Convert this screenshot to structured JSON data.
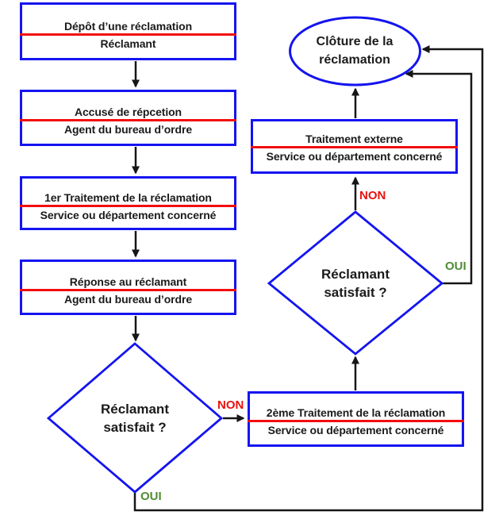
{
  "diagram": {
    "title_semantic": "Processus de traitement d'une réclamation",
    "colors": {
      "node_border": "#1414f0",
      "divider": "#f20d0d",
      "connector": "#161616",
      "text": "#1b1b1b",
      "no_label": "#e8120f",
      "yes_label": "#4e8c35"
    },
    "nodes": {
      "start": {
        "title": "Dépôt d’une réclamation",
        "actor": "Réclamant"
      },
      "ack": {
        "title": "Accusé de répcetion",
        "actor": "Agent du bureau d’ordre"
      },
      "first_treatment": {
        "title": "1er Traitement de la réclamation",
        "actor": "Service ou département concerné"
      },
      "response": {
        "title": "Réponse au réclamant",
        "actor": "Agent du bureau d’ordre"
      },
      "decision1": {
        "line1": "Réclamant",
        "line2": "satisfait ?"
      },
      "second_treatment": {
        "title": "2ème Traitement de la réclamation",
        "actor": "Service ou département concerné"
      },
      "decision2": {
        "line1": "Réclamant",
        "line2": "satisfait ?"
      },
      "external_treatment": {
        "title": "Traitement externe",
        "actor": "Service ou département concerné"
      },
      "closure": {
        "line1": "Clôture de la",
        "line2": "réclamation"
      }
    },
    "edge_labels": {
      "decision1_no": "NON",
      "decision1_yes": "OUI",
      "decision2_no": "NON",
      "decision2_yes": "OUI"
    }
  }
}
